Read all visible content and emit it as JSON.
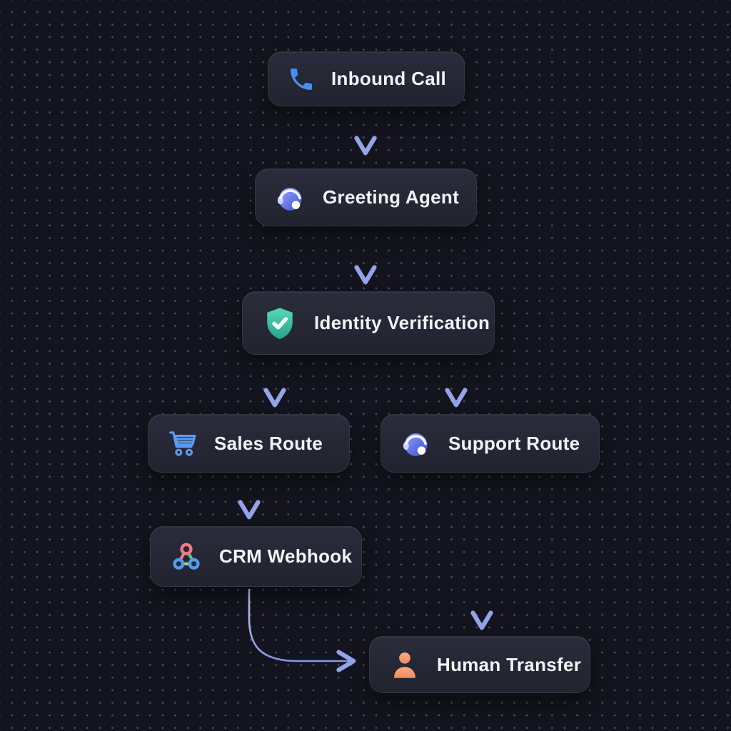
{
  "diagram": {
    "background": {
      "color": "#14141e",
      "pattern": "dot-grid",
      "dot_color": "#a8adc2"
    },
    "edge_color": "#93a4e8",
    "nodes": [
      {
        "id": "inbound-call",
        "label": "Inbound Call",
        "icon": "phone-icon",
        "icon_color": "#4a8cf0"
      },
      {
        "id": "greeting-agent",
        "label": "Greeting Agent",
        "icon": "headset-icon",
        "icon_color": "#5a6ae8"
      },
      {
        "id": "identity-verification",
        "label": "Identity Verification",
        "icon": "shield-check-icon",
        "icon_color": "#3cc9a7"
      },
      {
        "id": "sales-route",
        "label": "Sales Route",
        "icon": "shopping-cart-icon",
        "icon_color": "#5b9bf0"
      },
      {
        "id": "support-route",
        "label": "Support Route",
        "icon": "headset-icon",
        "icon_color": "#5a6ae8"
      },
      {
        "id": "crm-webhook",
        "label": "CRM Webhook",
        "icon": "webhook-icon",
        "icon_color": "#f2798a"
      },
      {
        "id": "human-transfer",
        "label": "Human Transfer",
        "icon": "person-icon",
        "icon_color": "#f79a6e"
      }
    ],
    "edges": [
      {
        "from": "inbound-call",
        "to": "greeting-agent"
      },
      {
        "from": "greeting-agent",
        "to": "identity-verification"
      },
      {
        "from": "identity-verification",
        "to": "sales-route"
      },
      {
        "from": "identity-verification",
        "to": "support-route"
      },
      {
        "from": "sales-route",
        "to": "crm-webhook"
      },
      {
        "from": "support-route",
        "to": "human-transfer"
      },
      {
        "from": "crm-webhook",
        "to": "human-transfer"
      }
    ]
  }
}
